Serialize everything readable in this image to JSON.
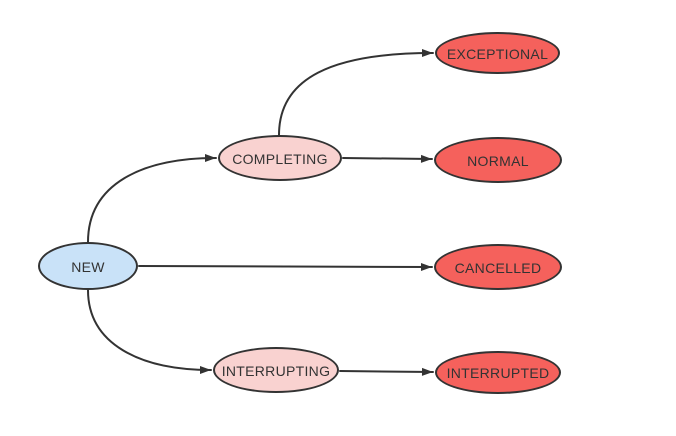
{
  "colors": {
    "outline": "#333333",
    "text": "#333333",
    "background": "#ffffff",
    "node_blue": "#c9e2f8",
    "node_pink": "#f9d2d0",
    "node_red": "#f5615c"
  },
  "nodes": [
    {
      "id": "new",
      "label": "NEW",
      "fill": "#c9e2f8"
    },
    {
      "id": "completing",
      "label": "COMPLETING",
      "fill": "#f9d2d0"
    },
    {
      "id": "interrupting",
      "label": "INTERRUPTING",
      "fill": "#f9d2d0"
    },
    {
      "id": "exceptional",
      "label": "EXCEPTIONAL",
      "fill": "#f5615c"
    },
    {
      "id": "normal",
      "label": "NORMAL",
      "fill": "#f5615c"
    },
    {
      "id": "cancelled",
      "label": "CANCELLED",
      "fill": "#f5615c"
    },
    {
      "id": "interrupted",
      "label": "INTERRUPTED",
      "fill": "#f5615c"
    }
  ],
  "edges": [
    {
      "from": "NEW",
      "to": "COMPLETING"
    },
    {
      "from": "COMPLETING",
      "to": "EXCEPTIONAL"
    },
    {
      "from": "COMPLETING",
      "to": "NORMAL"
    },
    {
      "from": "NEW",
      "to": "CANCELLED"
    },
    {
      "from": "NEW",
      "to": "INTERRUPTING"
    },
    {
      "from": "INTERRUPTING",
      "to": "INTERRUPTED"
    }
  ]
}
